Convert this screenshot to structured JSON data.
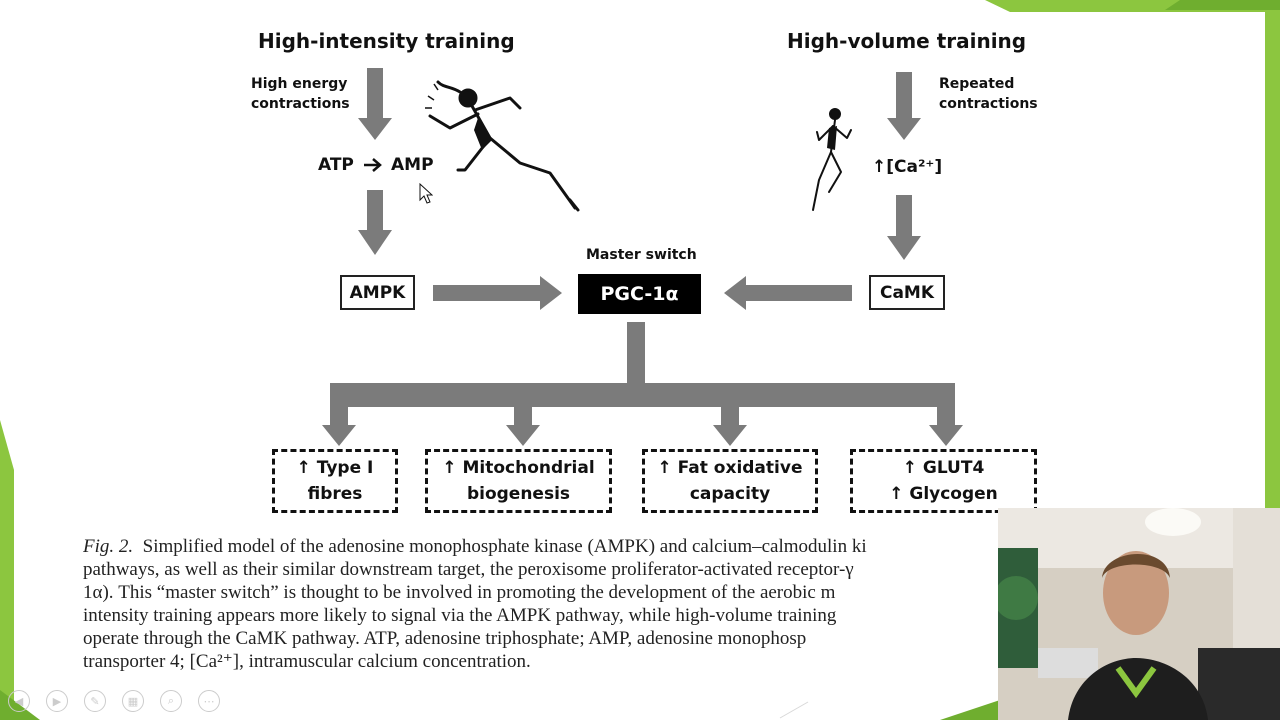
{
  "left_title": "High-intensity training",
  "right_title": "High-volume training",
  "left_note": [
    "High energy",
    "contractions"
  ],
  "right_note": [
    "Repeated",
    "contractions"
  ],
  "atp": "ATP",
  "amp": "AMP",
  "calcium_up": "↑[Ca²⁺]",
  "ampk": "AMPK",
  "camk": "CaMK",
  "master_switch": "Master switch",
  "pgc": "PGC-1α",
  "outcomes": [
    {
      "line1": "↑ Type I",
      "line2": "fibres"
    },
    {
      "line1": "↑ Mitochondrial",
      "line2": "biogenesis"
    },
    {
      "line1": "↑ Fat oxidative",
      "line2": "capacity"
    },
    {
      "line1": "↑ GLUT4",
      "line2": "↑ Glycogen"
    }
  ],
  "caption": {
    "fig_label": "Fig. 2.",
    "lines": [
      "Simplified model of the adenosine monophosphate kinase (AMPK) and calcium–calmodulin ki",
      "pathways, as well as their similar downstream target, the peroxisome proliferator-activated receptor-γ",
      "1α). This “master switch” is thought to be involved in promoting the development of the aerobic m",
      "intensity training appears more likely to signal via the AMPK pathway, while high-volume training",
      "operate through the CaMK pathway. ATP, adenosine triphosphate; AMP, adenosine monophosp",
      "transporter 4; [Ca²⁺], intramuscular calcium concentration."
    ]
  },
  "colors": {
    "arrow": "#7b7b7b",
    "accent_green": "#8cc63f",
    "dark_green": "#4f8a2a"
  },
  "icons": {
    "left_runner": "sprinter-figure-icon",
    "right_runner": "jogger-figure-icon",
    "cursor": "mouse-cursor-icon"
  }
}
